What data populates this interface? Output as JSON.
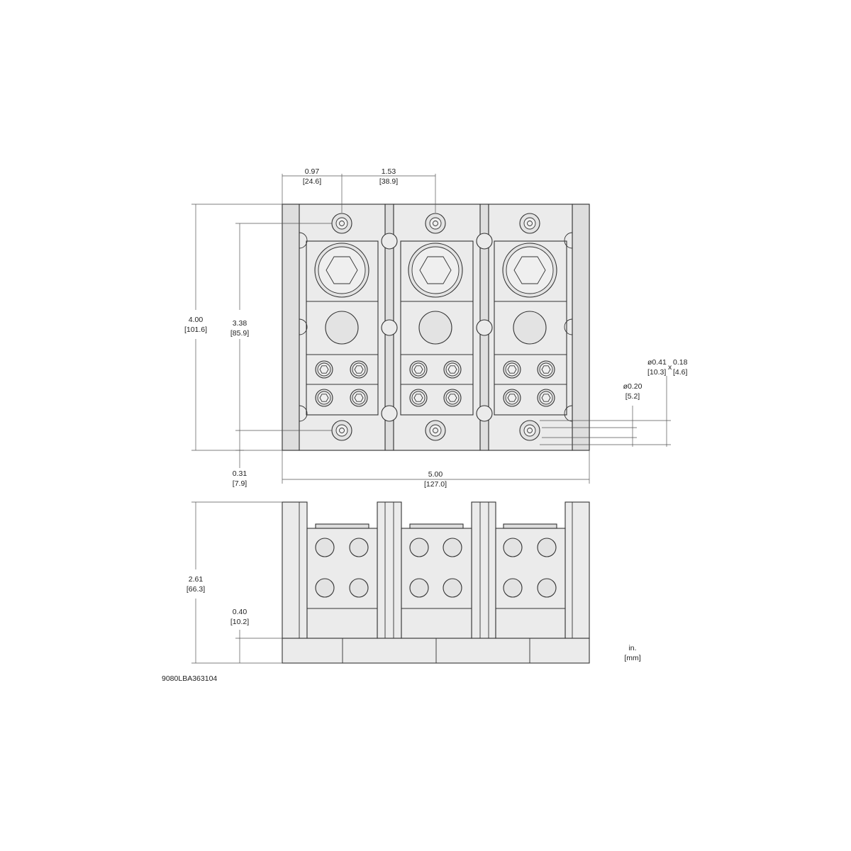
{
  "dimensions": {
    "pitch_first": {
      "in": "0.97",
      "mm": "[24.6]"
    },
    "pitch_next": {
      "in": "1.53",
      "mm": "[38.9]"
    },
    "height_total": {
      "in": "4.00",
      "mm": "[101.6]"
    },
    "hole_spacing": {
      "in": "3.38",
      "mm": "[85.9]"
    },
    "hole_offset": {
      "in": "0.31",
      "mm": "[7.9]"
    },
    "width_total": {
      "in": "5.00",
      "mm": "[127.0]"
    },
    "counterbore": {
      "in": "ø0.41",
      "mm": "[10.3]",
      "separator": "x",
      "depth_in": "0.18",
      "depth_mm": "[4.6]"
    },
    "mount_hole": {
      "in": "ø0.20",
      "mm": "[5.2]"
    },
    "side_height": {
      "in": "2.61",
      "mm": "[66.3]"
    },
    "base_height": {
      "in": "0.40",
      "mm": "[10.2]"
    }
  },
  "units": {
    "primary": "in.",
    "secondary": "[mm]"
  },
  "part_number": "9080LBA363104",
  "colors": {
    "part_fill": "#ebebeb",
    "line": "#333333"
  }
}
